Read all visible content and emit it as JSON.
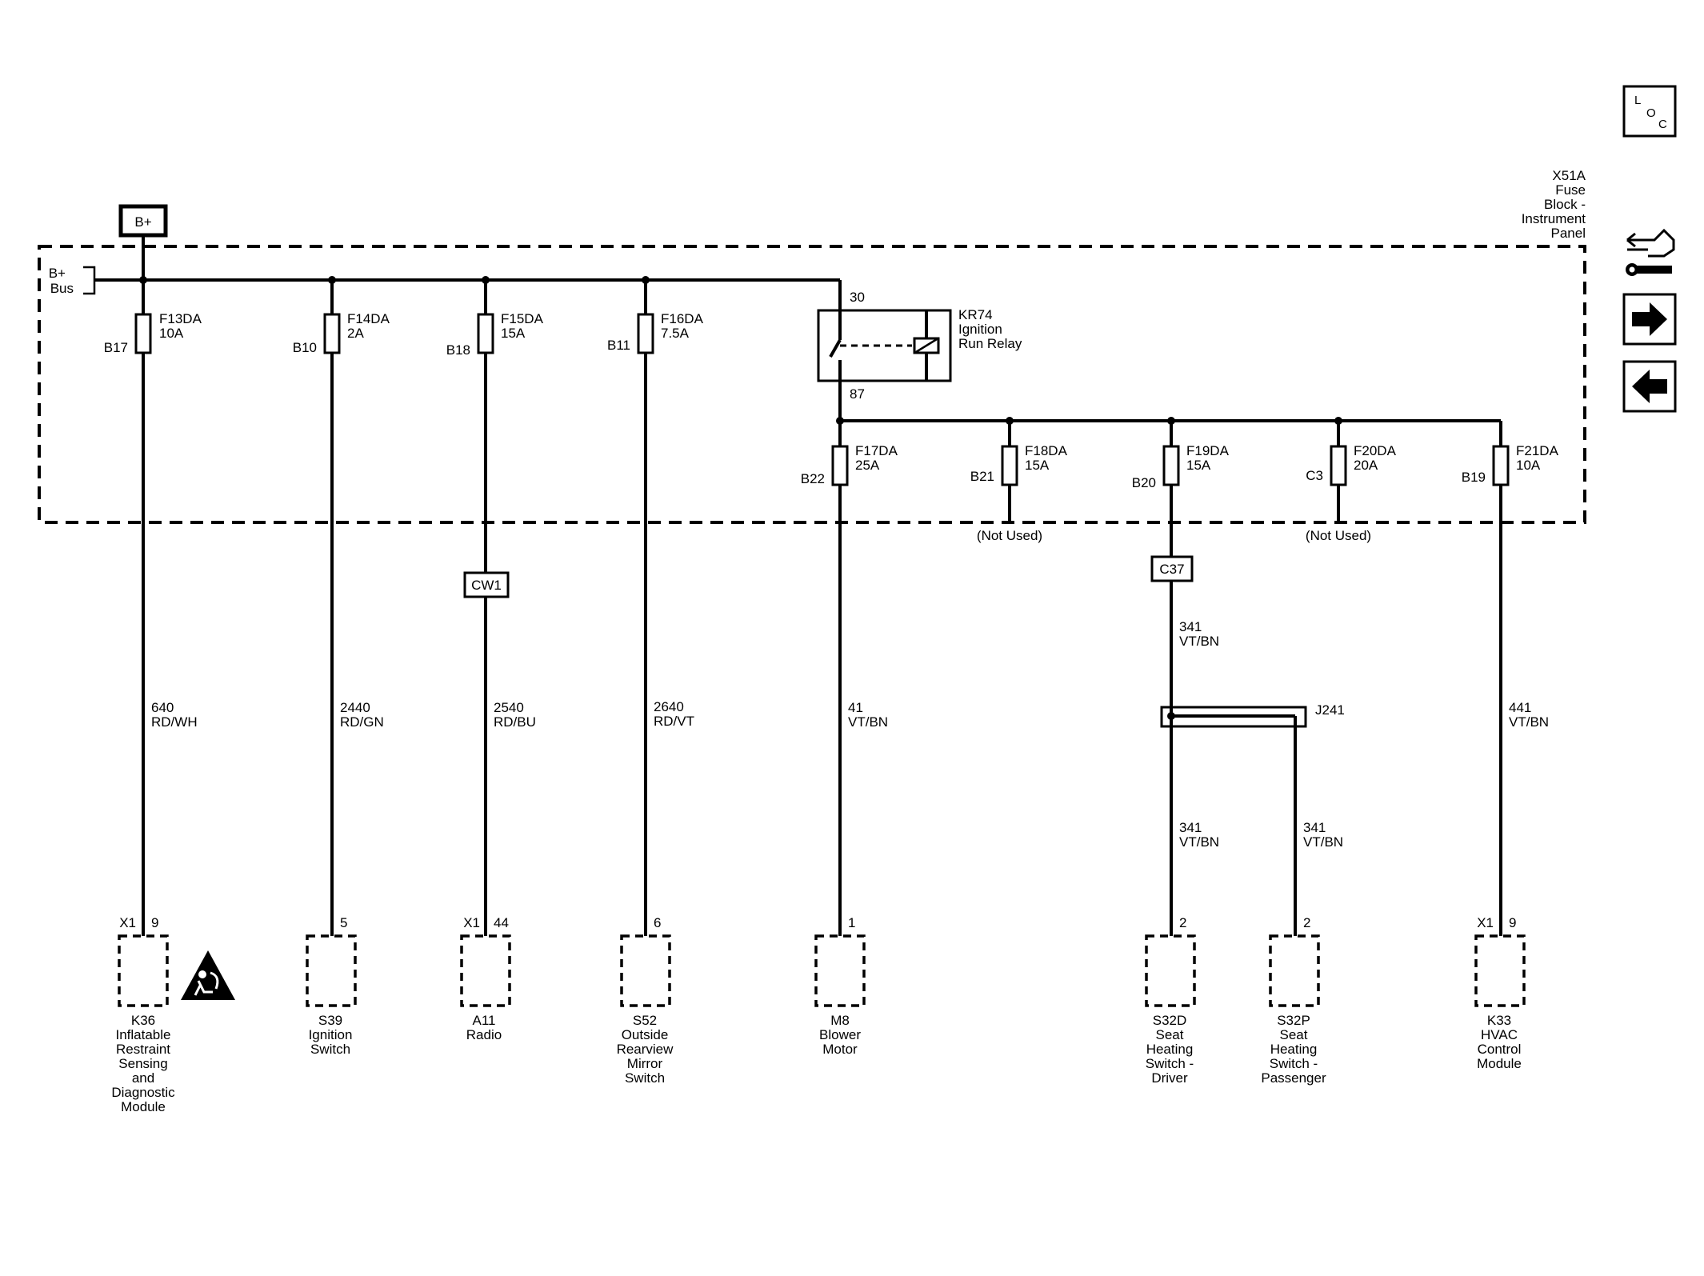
{
  "loc_button": {
    "l": "L",
    "o": "O",
    "c": "C"
  },
  "fuse_block": {
    "label": [
      "X51A",
      "Fuse",
      "Block -",
      "Instrument",
      "Panel"
    ]
  },
  "bplus": {
    "label": "B+"
  },
  "bus": {
    "label": [
      "B+",
      "Bus"
    ]
  },
  "relay": {
    "pin_in": "30",
    "pin_out": "87",
    "label": [
      "KR74",
      "Ignition",
      "Run Relay"
    ]
  },
  "fuses": [
    {
      "name": "F13DA",
      "rating": "10A",
      "cavity": "B17"
    },
    {
      "name": "F14DA",
      "rating": "2A",
      "cavity": "B10"
    },
    {
      "name": "F15DA",
      "rating": "15A",
      "cavity": "B18"
    },
    {
      "name": "F16DA",
      "rating": "7.5A",
      "cavity": "B11"
    },
    {
      "name": "F17DA",
      "rating": "25A",
      "cavity": "B22"
    },
    {
      "name": "F18DA",
      "rating": "15A",
      "cavity": "B21"
    },
    {
      "name": "F19DA",
      "rating": "15A",
      "cavity": "B20"
    },
    {
      "name": "F20DA",
      "rating": "20A",
      "cavity": "C3"
    },
    {
      "name": "F21DA",
      "rating": "10A",
      "cavity": "B19"
    }
  ],
  "not_used": [
    "(Not Used)",
    "(Not Used)"
  ],
  "connectors": {
    "cw1": "CW1",
    "c37": "C37"
  },
  "splice": {
    "label": "J241"
  },
  "wires": [
    {
      "circuit": "640",
      "color": "RD/WH"
    },
    {
      "circuit": "2440",
      "color": "RD/GN"
    },
    {
      "circuit": "2540",
      "color": "RD/BU"
    },
    {
      "circuit": "2640",
      "color": "RD/VT"
    },
    {
      "circuit": "41",
      "color": "VT/BN"
    },
    {
      "circuit": "341",
      "color": "VT/BN"
    },
    {
      "circuit": "341",
      "color": "VT/BN"
    },
    {
      "circuit": "341",
      "color": "VT/BN"
    },
    {
      "circuit": "441",
      "color": "VT/BN"
    }
  ],
  "components": [
    {
      "connector": "X1",
      "pin": "9",
      "label": [
        "K36",
        "Inflatable",
        "Restraint",
        "Sensing",
        "and",
        "Diagnostic",
        "Module"
      ]
    },
    {
      "connector": "",
      "pin": "5",
      "label": [
        "S39",
        "Ignition",
        "Switch"
      ]
    },
    {
      "connector": "X1",
      "pin": "44",
      "label": [
        "A11",
        "Radio"
      ]
    },
    {
      "connector": "",
      "pin": "6",
      "label": [
        "S52",
        "Outside",
        "Rearview",
        "Mirror",
        "Switch"
      ]
    },
    {
      "connector": "",
      "pin": "1",
      "label": [
        "M8",
        "Blower",
        "Motor"
      ]
    },
    {
      "connector": "",
      "pin": "2",
      "label": [
        "S32D",
        "Seat",
        "Heating",
        "Switch -",
        "Driver"
      ]
    },
    {
      "connector": "",
      "pin": "2",
      "label": [
        "S32P",
        "Seat",
        "Heating",
        "Switch -",
        "Passenger"
      ]
    },
    {
      "connector": "X1",
      "pin": "9",
      "label": [
        "K33",
        "HVAC",
        "Control",
        "Module"
      ]
    }
  ],
  "colors": {
    "line": "#000000",
    "background": "#ffffff"
  },
  "icons": [
    "loc-icon",
    "airbag-warning-icon",
    "connector-view-icon",
    "next-page-icon",
    "previous-page-icon"
  ]
}
